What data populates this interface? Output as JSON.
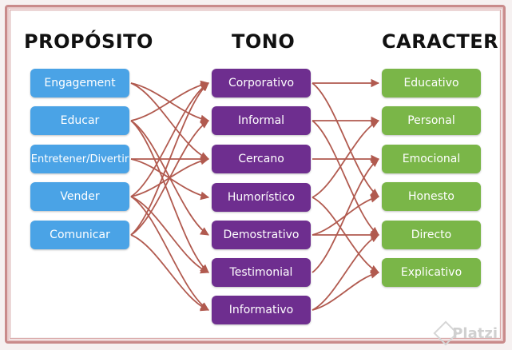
{
  "columns": {
    "proposito": {
      "title": "PROPÓSITO",
      "items": [
        "Engagement",
        "Educar",
        "Entretener/Divertir",
        "Vender",
        "Comunicar"
      ]
    },
    "tono": {
      "title": "TONO",
      "items": [
        "Corporativo",
        "Informal",
        "Cercano",
        "Humorístico",
        "Demostrativo",
        "Testimonial",
        "Informativo"
      ]
    },
    "caracter": {
      "title": "CARACTER",
      "items": [
        "Educativo",
        "Personal",
        "Emocional",
        "Honesto",
        "Directo",
        "Explicativo"
      ]
    }
  },
  "colors": {
    "proposito": "#4aa3e6",
    "tono": "#6e2e8f",
    "caracter": "#7ab648",
    "arrow": "#b15a4f"
  },
  "links_left": [
    [
      0,
      1
    ],
    [
      0,
      2
    ],
    [
      1,
      0
    ],
    [
      1,
      4
    ],
    [
      1,
      5
    ],
    [
      2,
      2
    ],
    [
      2,
      3
    ],
    [
      3,
      0
    ],
    [
      3,
      2
    ],
    [
      3,
      5
    ],
    [
      3,
      6
    ],
    [
      4,
      0
    ],
    [
      4,
      1
    ],
    [
      4,
      6
    ]
  ],
  "links_right": [
    [
      0,
      0
    ],
    [
      0,
      3
    ],
    [
      1,
      1
    ],
    [
      1,
      4
    ],
    [
      2,
      2
    ],
    [
      3,
      1
    ],
    [
      3,
      5
    ],
    [
      4,
      3
    ],
    [
      4,
      4
    ],
    [
      5,
      2
    ],
    [
      6,
      4
    ],
    [
      6,
      5
    ]
  ],
  "watermark": "Platzi"
}
